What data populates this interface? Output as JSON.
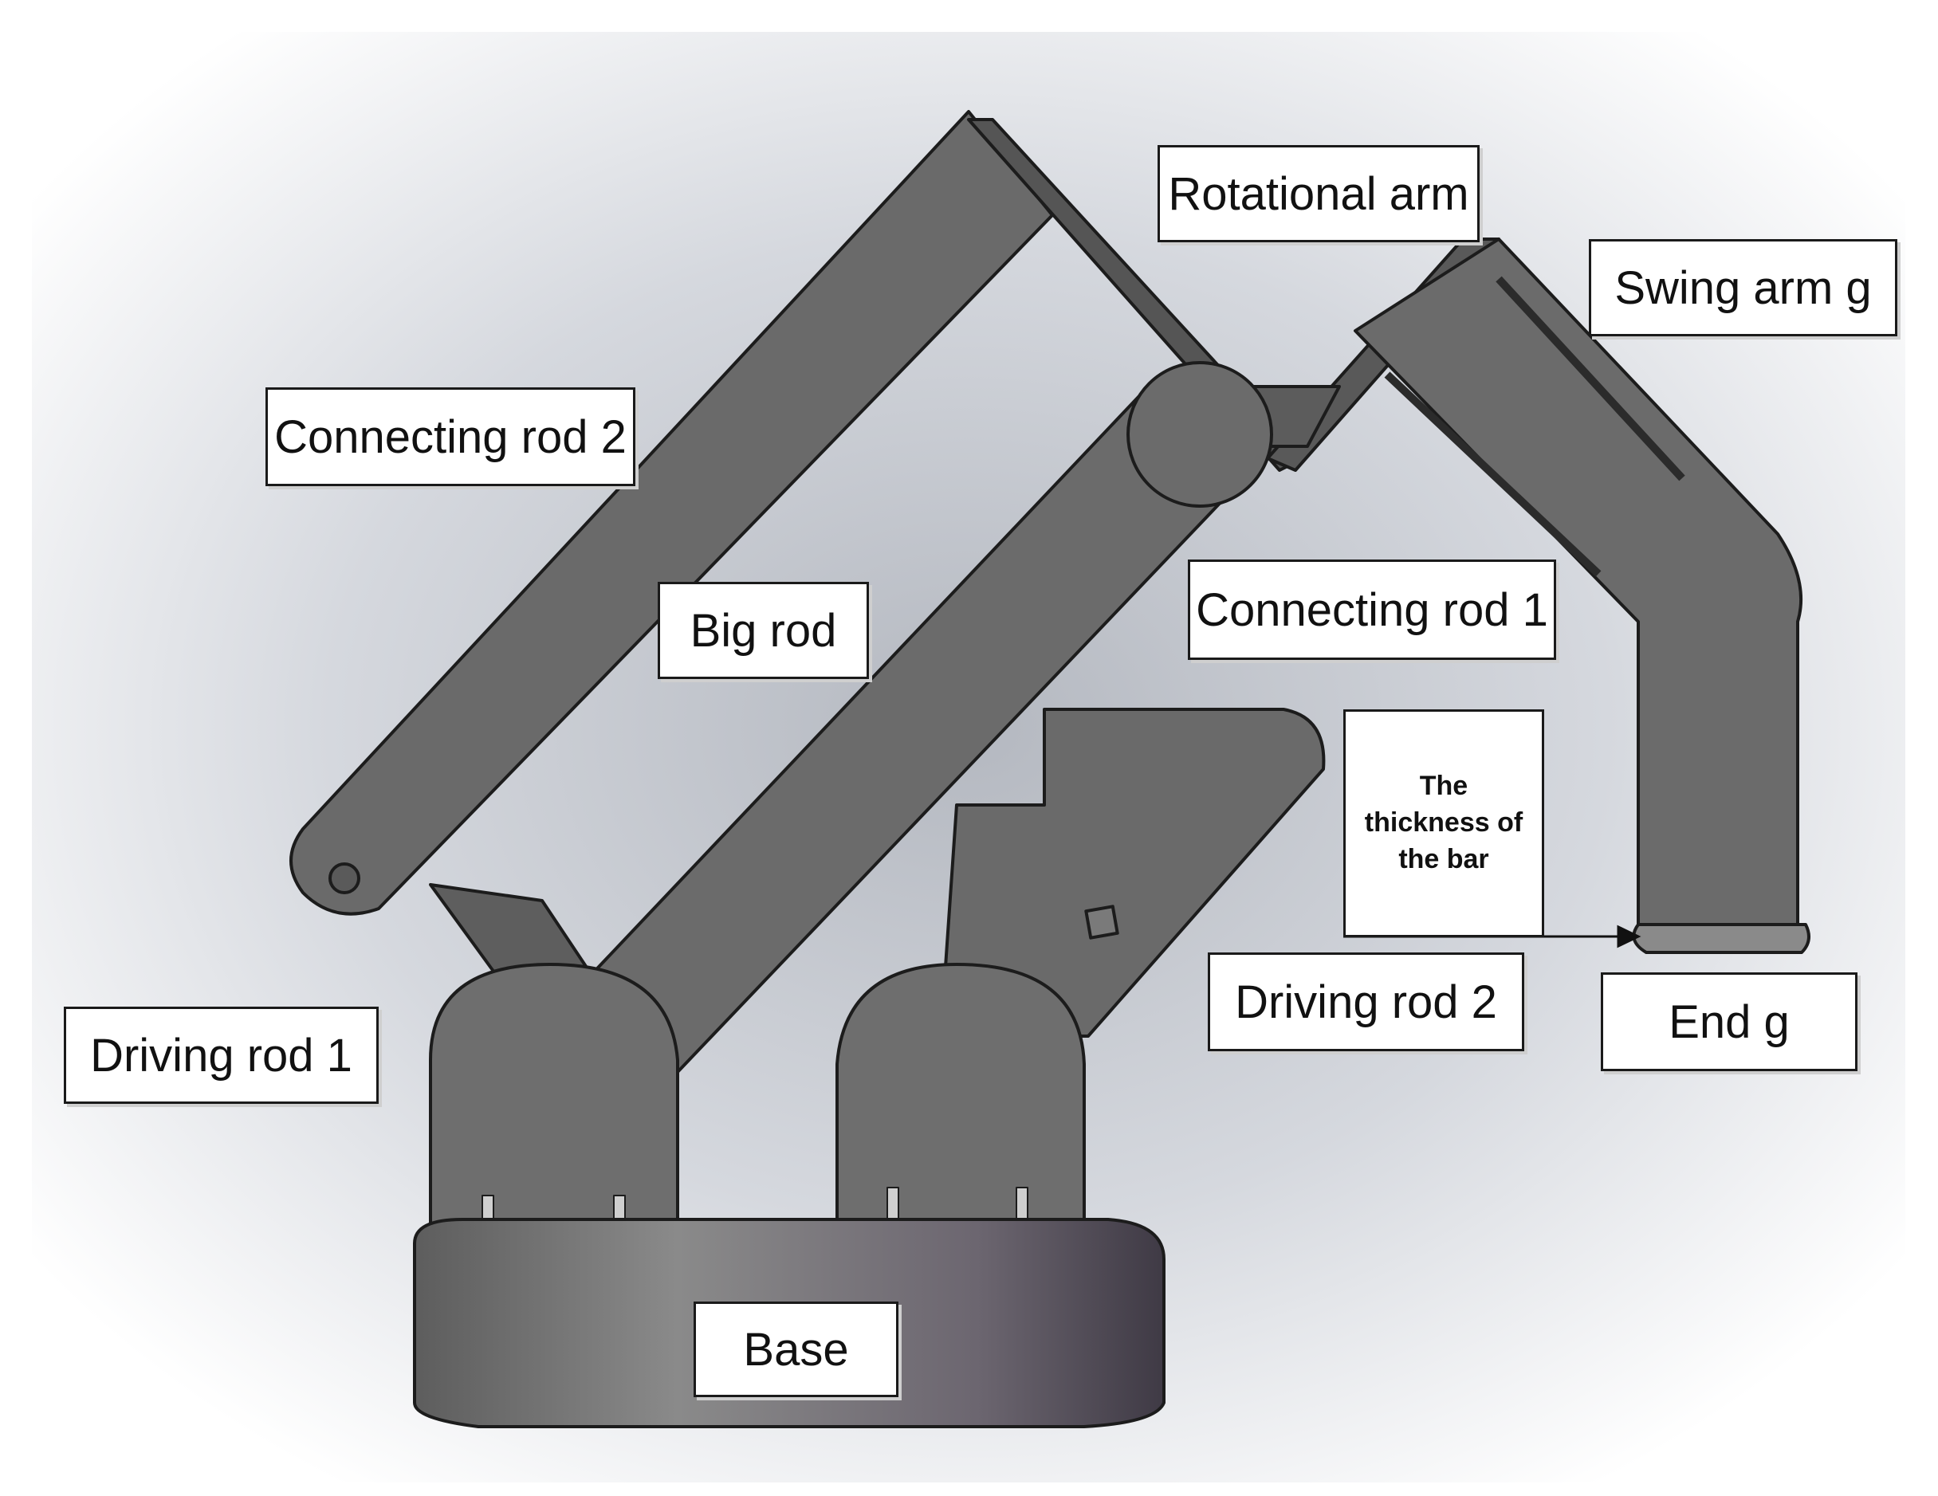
{
  "labels": {
    "rotational_arm": "Rotational arm",
    "swing_arm": "Swing arm g",
    "connecting_rod_2": "Connecting rod 2",
    "big_rod": "Big rod",
    "connecting_rod_1": "Connecting rod 1",
    "thickness": "The thickness of the bar",
    "driving_rod_2": "Driving rod 2",
    "end": "End g",
    "driving_rod_1": "Driving rod 1",
    "base": "Base"
  },
  "colors": {
    "part_fill": "#6b6b6b",
    "part_stroke": "#1c1c1c",
    "background_shadow": "#c9ccd3",
    "label_fill": "#ffffff"
  }
}
